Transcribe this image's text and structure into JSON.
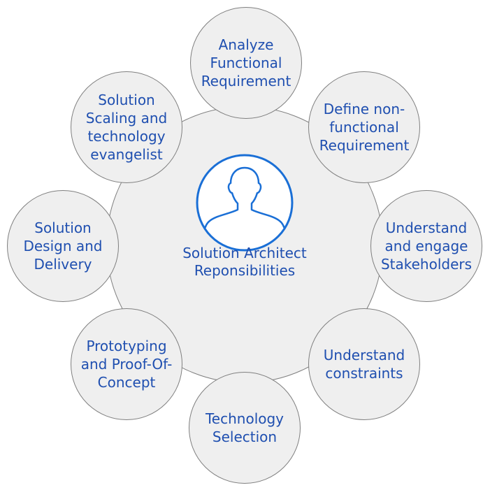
{
  "diagram": {
    "center": {
      "icon": "person-icon",
      "label": "Solution Architect\nReponsibilities"
    },
    "nodes": [
      {
        "label": "Analyze\nFunctional\nRequirement"
      },
      {
        "label": "Define non-\nfunctional\nRequirement"
      },
      {
        "label": "Understand\nand engage\nStakeholders"
      },
      {
        "label": "Understand\nconstraints"
      },
      {
        "label": "Technology\nSelection"
      },
      {
        "label": "Prototyping\nand Proof-Of-\nConcept"
      },
      {
        "label": "Solution\nDesign and\nDelivery"
      },
      {
        "label": "Solution\nScaling and\ntechnology\nevangelist"
      }
    ],
    "colors": {
      "text": "#1f4fb0",
      "icon": "#1a6fd6",
      "fill": "#efefef",
      "stroke": "#7f7f7f"
    }
  }
}
